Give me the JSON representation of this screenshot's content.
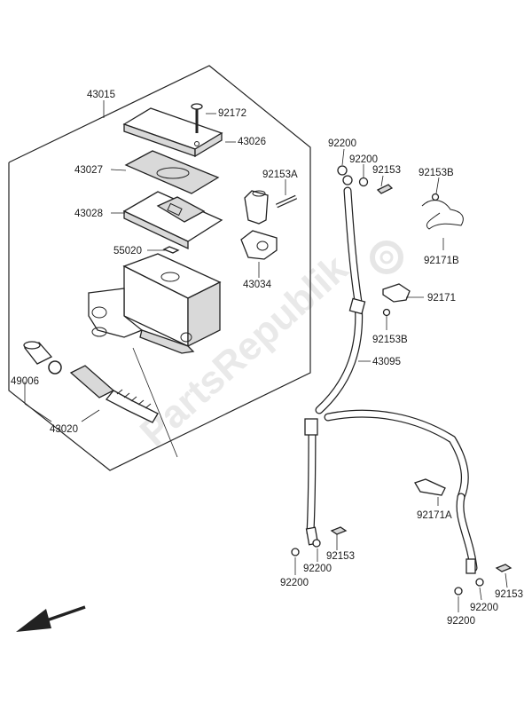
{
  "watermark": "PartsRepublik",
  "labels": {
    "p43015": "43015",
    "p92172": "92172",
    "p43026": "43026",
    "p43027": "43027",
    "p92153A": "92153A",
    "p43028": "43028",
    "p55020": "55020",
    "p43034": "43034",
    "p49006": "49006",
    "p43020": "43020",
    "p92200_a": "92200",
    "p92200_b": "92200",
    "p92153_a": "92153",
    "p92153B_a": "92153B",
    "p92171B": "92171B",
    "p92171": "92171",
    "p92153B_b": "92153B",
    "p43095": "43095",
    "p92171A": "92171A",
    "p92153_b": "92153",
    "p92200_c": "92200",
    "p92200_d": "92200",
    "p92153_c": "92153",
    "p92200_e": "92200",
    "p92200_f": "92200"
  },
  "icons": {
    "direction": "front-direction-arrow-icon",
    "gear": "gear-watermark-icon"
  }
}
